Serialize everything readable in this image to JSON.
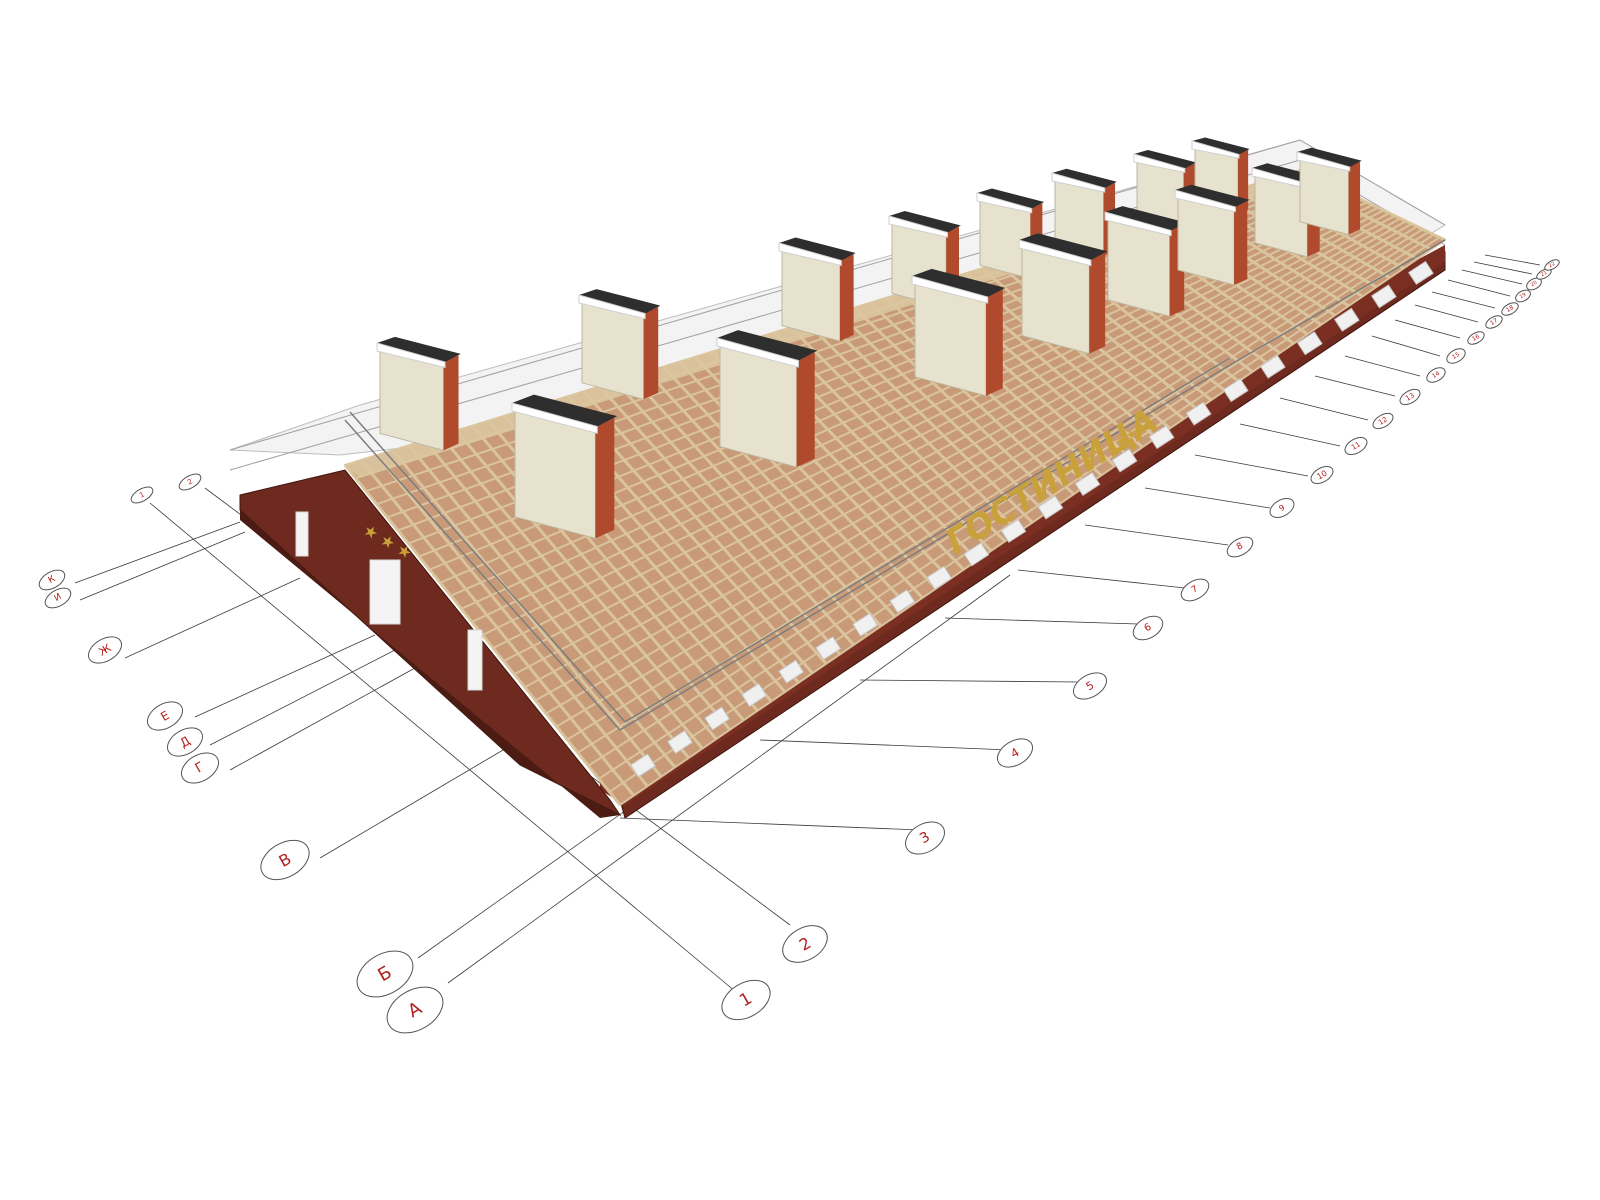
{
  "colors": {
    "brick": "#6e2a1e",
    "brick_dark": "#4c1c14",
    "roof_base": "#c89a78",
    "timber": "#d9c29b",
    "chimney": "#e7e2cd",
    "chimney_cap": "#2e2e2e",
    "chimney_brick": "#b04a2c",
    "railing": "#9a9a9a",
    "axis_label": "#b41e1e",
    "sign": "#c9a13a"
  },
  "building": {
    "sign_text": "ГОСТИНИЦА",
    "sign_stars": "★★★",
    "gable_stars": "★ ★ ★"
  },
  "axes": {
    "letter_axes": [
      "А",
      "Б",
      "В",
      "Г",
      "Д",
      "Е",
      "Ж",
      "И",
      "К"
    ],
    "number_axes": [
      "1",
      "2",
      "3",
      "4",
      "5",
      "6",
      "7",
      "8",
      "9",
      "10",
      "11",
      "12",
      "13",
      "14",
      "15",
      "16",
      "17",
      "18",
      "19",
      "20",
      "21",
      "22"
    ],
    "far_end_labels": [
      "1",
      "2"
    ]
  }
}
